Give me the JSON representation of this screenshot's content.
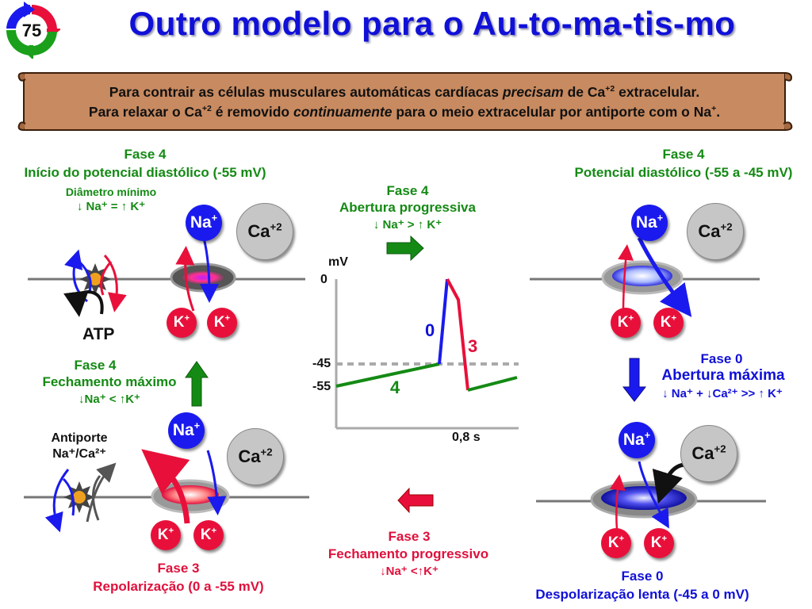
{
  "badge": {
    "number": "75"
  },
  "title": "Outro modelo para o Au-to-ma-tis-mo",
  "banner": {
    "line1_a": "Para contrair as células musculares automáticas cardíacas ",
    "line1_em": "precisam",
    "line1_b": " de Ca",
    "line1_sup": "+2",
    "line1_c": " extracelular.",
    "line2_a": "Para relaxar o Ca",
    "line2_sup": "+2",
    "line2_b": " é removido ",
    "line2_em": "continuamente",
    "line2_c": " para o meio extracelular por antiporte com o Na",
    "line2_sup2": "+",
    "line2_d": "."
  },
  "top_left": {
    "phase": "Fase 4",
    "desc": "Início do potencial diastólico (-55 mV)",
    "sub": "Diâmetro mínimo",
    "ratio": "↓ Na⁺ = ↑ K⁺",
    "atp": "ATP"
  },
  "mid_left": {
    "phase": "Fase 4",
    "desc": "Fechamento máximo",
    "ratio": "↓Na⁺ < ↑K⁺"
  },
  "bottom_left": {
    "antiport": "Antiporte",
    "antiport_ions": "Na⁺/Ca²⁺",
    "phase": "Fase 3",
    "desc": "Repolarização (0 a -55 mV)"
  },
  "top_center": {
    "phase": "Fase 4",
    "desc": "Abertura progressiva",
    "ratio": "↓ Na⁺ > ↑ K⁺"
  },
  "bottom_center": {
    "phase": "Fase 3",
    "desc": "Fechamento progressivo",
    "ratio": "↓Na⁺ <↑K⁺"
  },
  "top_right": {
    "phase": "Fase 4",
    "desc": "Potencial diastólico (-55 a -45 mV)"
  },
  "mid_right": {
    "phase": "Fase 0",
    "desc": "Abertura máxima",
    "ratio": "↓ Na⁺ + ↓Ca²⁺ >> ↑ K⁺"
  },
  "bottom_right": {
    "phase": "Fase 0",
    "desc": "Despolarização lenta (-45 a 0 mV)"
  },
  "ions": {
    "na": "Na",
    "na_sup": "+",
    "k": "K",
    "k_sup": "+",
    "ca": "Ca",
    "ca_sup": "+2"
  },
  "graph": {
    "y_unit": "mV",
    "y_ticks": [
      "0",
      "-45",
      "-55"
    ],
    "x_label": "0,8 s",
    "phase_labels": {
      "p4": "4",
      "p0": "0",
      "p3": "3"
    }
  },
  "colors": {
    "phase4": "#148a14",
    "phase0": "#1010d8",
    "phase3": "#e0103c",
    "title": "#1010d8",
    "banner": "#c88a60"
  }
}
